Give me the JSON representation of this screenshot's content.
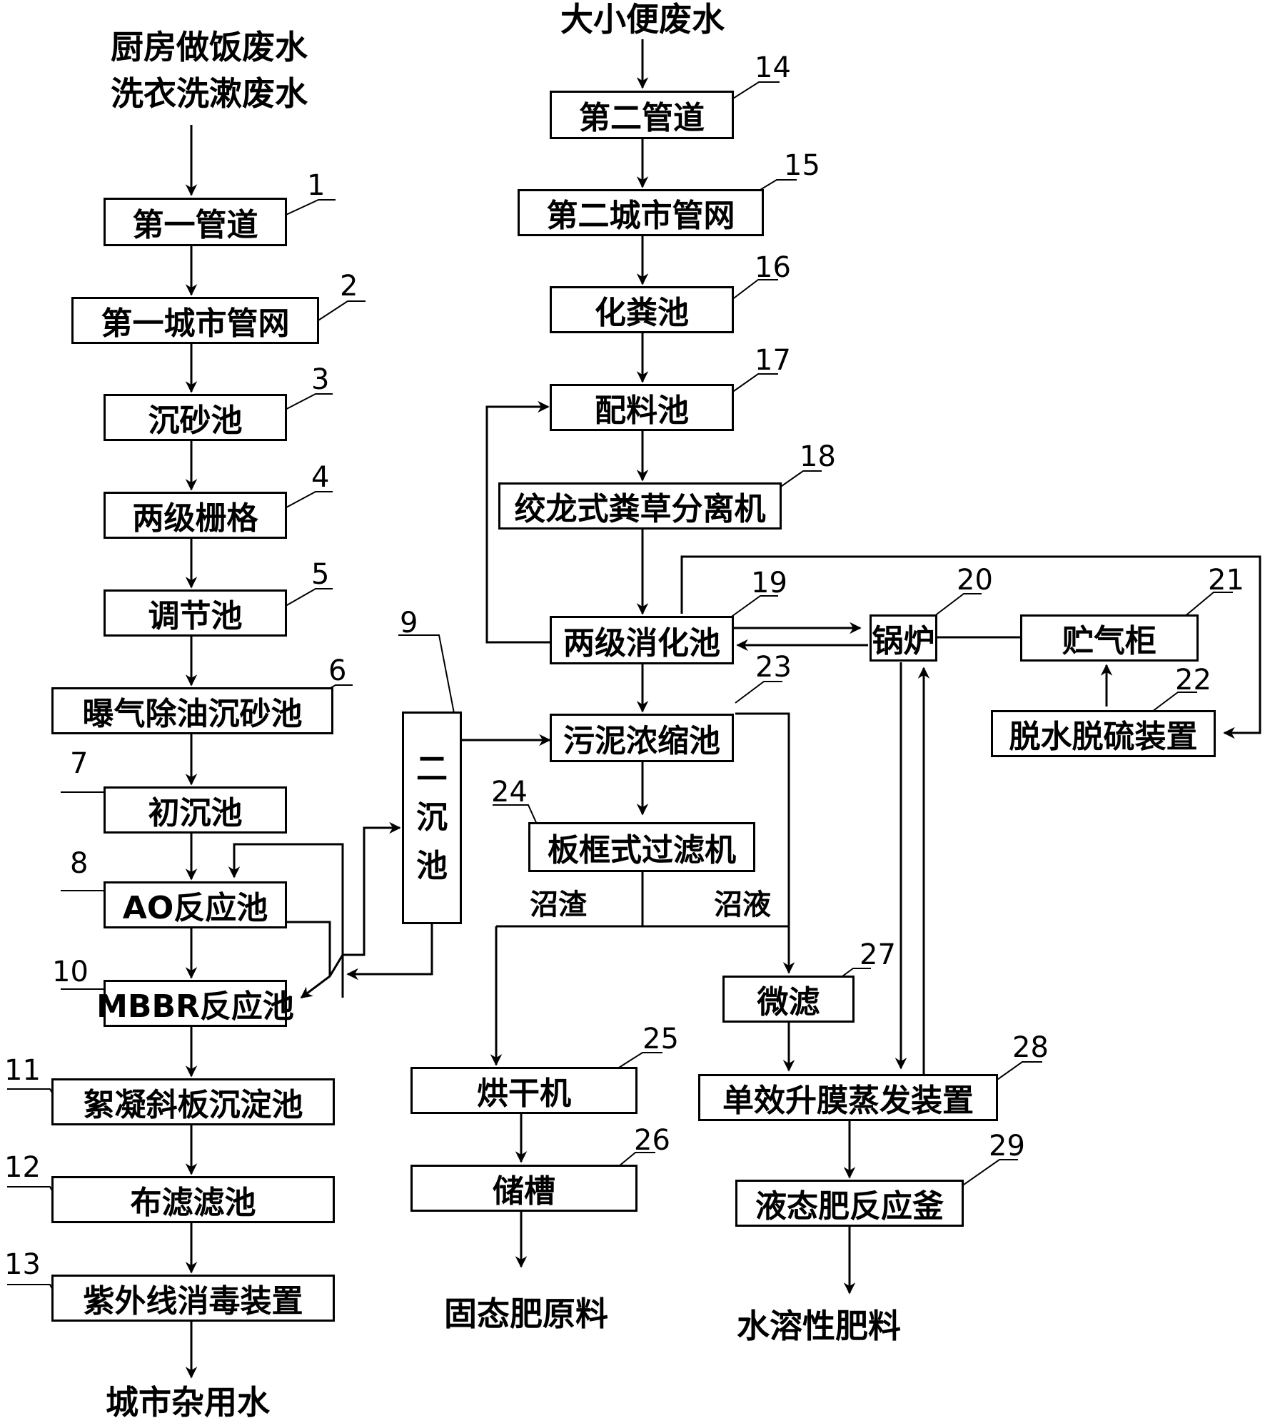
{
  "inputs": {
    "greywater_line1": "厨房做饭废水",
    "greywater_line2": "洗衣洗漱废水",
    "blackwater": "大小便废水"
  },
  "left_chain": [
    {
      "num": "1",
      "label": "第一管道"
    },
    {
      "num": "2",
      "label": "第一城市管网"
    },
    {
      "num": "3",
      "label": "沉砂池"
    },
    {
      "num": "4",
      "label": "两级栅格"
    },
    {
      "num": "5",
      "label": "调节池"
    },
    {
      "num": "6",
      "label": "曝气除油沉砂池"
    },
    {
      "num": "7",
      "label": "初沉池"
    },
    {
      "num": "8",
      "label": "AO反应池"
    },
    {
      "num": "10",
      "label": "MBBR反应池"
    },
    {
      "num": "11",
      "label": "絮凝斜板沉淀池"
    },
    {
      "num": "12",
      "label": "布滤滤池"
    },
    {
      "num": "13",
      "label": "紫外线消毒装置"
    }
  ],
  "secondary_clarifier": {
    "num": "9",
    "chars": [
      "二",
      "沉",
      "池"
    ]
  },
  "right_chain": [
    {
      "num": "14",
      "label": "第二管道"
    },
    {
      "num": "15",
      "label": "第二城市管网"
    },
    {
      "num": "16",
      "label": "化粪池"
    },
    {
      "num": "17",
      "label": "配料池"
    },
    {
      "num": "18",
      "label": "绞龙式粪草分离机"
    },
    {
      "num": "19",
      "label": "两级消化池"
    },
    {
      "num": "23",
      "label": "污泥浓缩池"
    },
    {
      "num": "24",
      "label": "板框式过滤机"
    }
  ],
  "gas_units": [
    {
      "num": "20",
      "label": "锅炉"
    },
    {
      "num": "21",
      "label": "贮气柜"
    },
    {
      "num": "22",
      "label": "脱水脱硫装置"
    }
  ],
  "solid_branch": [
    {
      "num": "25",
      "label": "烘干机"
    },
    {
      "num": "26",
      "label": "储槽"
    }
  ],
  "liquid_branch": [
    {
      "num": "27",
      "label": "微滤"
    },
    {
      "num": "28",
      "label": "单效升膜蒸发装置"
    },
    {
      "num": "29",
      "label": "液态肥反应釜"
    }
  ],
  "branch_labels": {
    "solid": "沼渣",
    "liquid": "沼液"
  },
  "outputs": {
    "reuse_water": "城市杂用水",
    "solid_fertilizer": "固态肥原料",
    "liquid_fertilizer": "水溶性肥料"
  }
}
